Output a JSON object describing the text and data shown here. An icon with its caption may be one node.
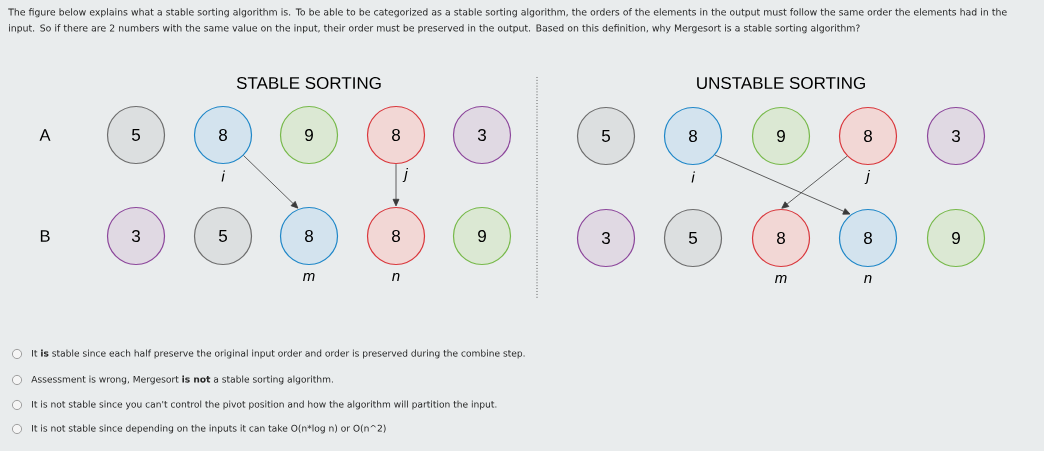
{
  "diagram": {
    "nodes": [
      {
        "text": [
          "5"
        ]
      },
      {
        "text": [
          "8"
        ],
        "beside": [
          "i"
        ]
      },
      {
        "text": [
          "9"
        ]
      },
      {
        "text": [
          "8"
        ],
        "beside": [
          "j"
        ]
      },
      {
        "text": [
          "3"
        ]
      },
      {
        "text": [
          "3"
        ]
      },
      {
        "text": [
          "5"
        ]
      },
      {
        "text": [
          "8"
        ],
        "beside": [
          "m"
        ]
      },
      {
        "text": [
          "8"
        ],
        "beside": [
          "n"
        ]
      },
      {
        "text": [
          "9"
        ]
      },
      {
        "text": [
          "5"
        ]
      },
      {
        "text": [
          "8"
        ],
        "beside": [
          "i"
        ]
      },
      {
        "text": [
          "9"
        ]
      },
      {
        "text": [
          "8"
        ],
        "beside": [
          "j"
        ]
      },
      {
        "text": [
          "3"
        ]
      },
      {
        "text": [
          "3"
        ]
      },
      {
        "text": [
          "5"
        ]
      },
      {
        "text": [
          "8"
        ],
        "beside": [
          "m"
        ]
      },
      {
        "text": [
          "8"
        ],
        "beside": [
          "n"
        ]
      },
      {
        "text": [
          "9"
        ]
      }
    ],
    "edges": [
      {
        "from": 1,
        "to": 7,
        "arrow": "to"
      },
      {
        "from": 3,
        "to": 8,
        "arrow": "to"
      },
      {
        "from": 11,
        "to": 18,
        "arrow": "to"
      },
      {
        "from": 13,
        "to": 17,
        "arrow": "to"
      }
    ],
    "labels": [
      "The figure below explains what a stable sorting algorithm is. To be able to be categorized as a stable sorting algorithm, the orders of the elements in the output must follow the same order the elements had in the input. So if there are 2 numbers with the same value on the input, their order must be preserved in the output. Based on this definition, why Mergesort is a stable sorting algorithm?",
      "STABLE SORTING",
      "UNSTABLE SORTING",
      "A",
      "B",
      "It **is** stable since each half preserve the original input order and order is preserved during the combine step.",
      "Assessment is wrong, Mergesort **is not** a stable sorting algorithm.",
      "It is not stable since you can't control the pivot position and how the algorithm will partition the input.",
      "It is not stable since depending on the inputs it can take O(n*log n) or O(n^2)"
    ]
  }
}
